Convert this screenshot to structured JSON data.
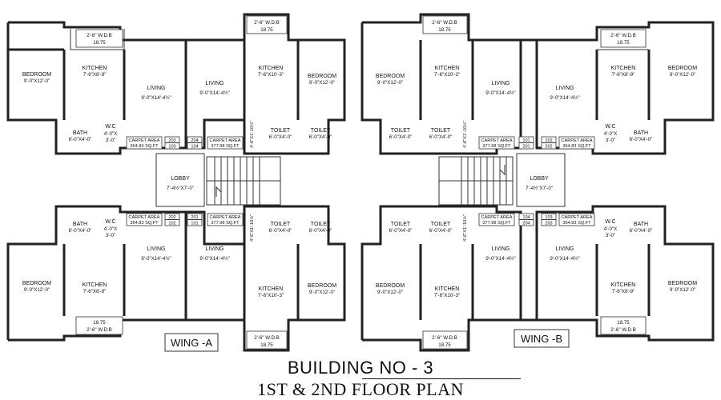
{
  "titles": {
    "building": "BUILDING NO - 3",
    "floor_plan": "1ST & 2ND FLOOR PLAN"
  },
  "wings": [
    "WING -A",
    "WING -B"
  ],
  "labels": {
    "bedroom": "BEDROOM",
    "kitchen": "KITCHEN",
    "living": "LIVING",
    "bath": "BATH",
    "wc": "W.C",
    "toilet": "TOILET",
    "lobby": "LOBBY",
    "wdb": "2'-6\" W.D.B",
    "wdb_area": "18.75",
    "carpet": "CARPET AREA"
  },
  "dims": {
    "bedroom": "9'-0\"X12'-0\"",
    "kitchen_end": "7'-6\"X8'-9\"",
    "kitchen_mid": "7'-6\"X10'-3\"",
    "living": "9'-0\"X14'-4½\"",
    "bath": "6'-0\"X4'-0\"",
    "wc_a": "4'-0\"X",
    "wc_b": "3'-0\"",
    "toilet": "6'-0\"X4'-0\"",
    "lobby": "7'-4½\"X7'-0\"",
    "duct": "4'-6\"X1'-10½\""
  },
  "carpet_values": {
    "end_units": "364.83 SQ.FT",
    "mid_units": "377.98 SQ.FT"
  },
  "flat_numbers": {
    "tl": [
      "203",
      "103"
    ],
    "tml": [
      "204",
      "104"
    ],
    "tmr": [
      "101",
      "201"
    ],
    "tr": [
      "102",
      "202"
    ],
    "bl": [
      "202",
      "102"
    ],
    "bml": [
      "201",
      "101"
    ],
    "bmr": [
      "104",
      "204"
    ],
    "br": [
      "103",
      "203"
    ]
  }
}
